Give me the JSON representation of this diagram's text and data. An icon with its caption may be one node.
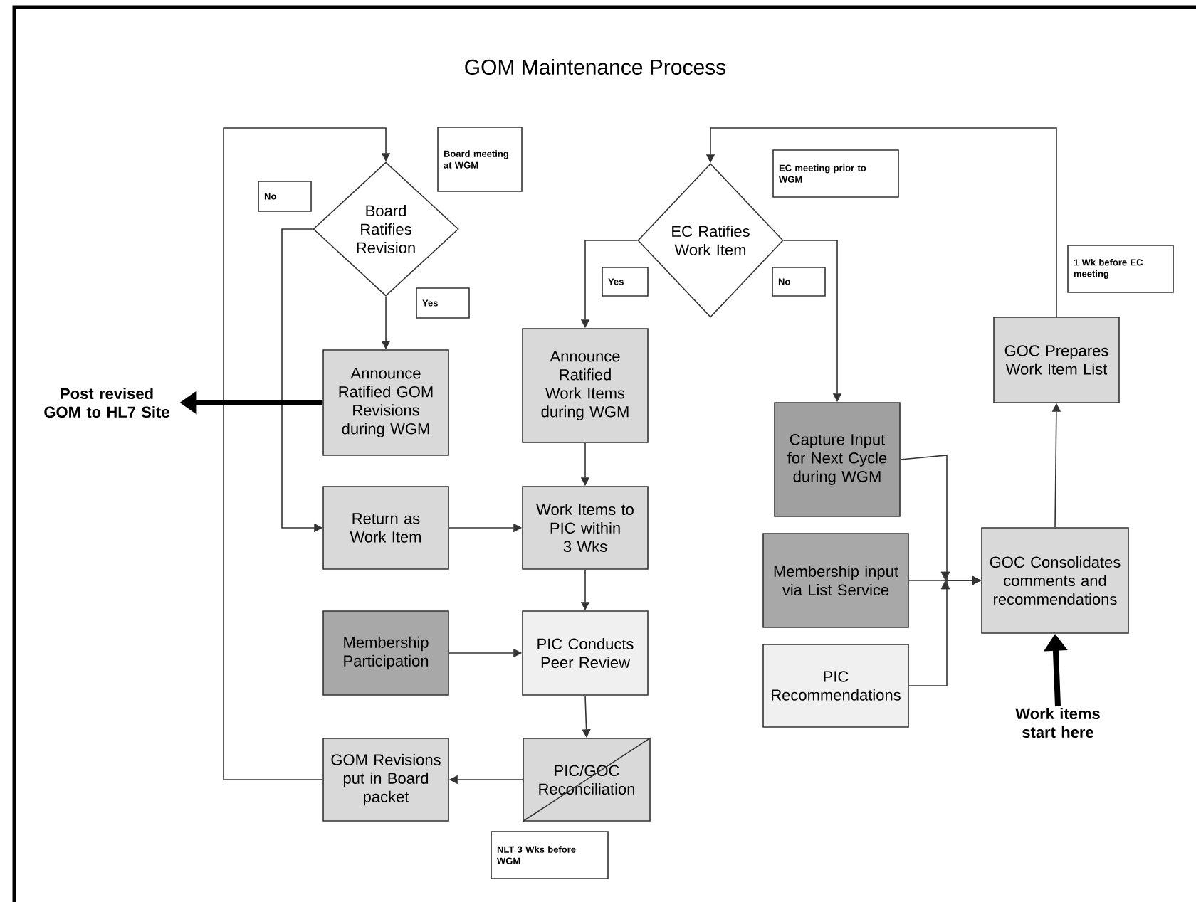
{
  "diagram": {
    "title": "GOM Maintenance Process",
    "nodes": [
      {
        "text": [
          "Board Ratifies Revision"
        ]
      },
      {
        "text": [
          "Board meeting at WGM"
        ]
      },
      {
        "text": [
          "No"
        ]
      },
      {
        "text": [
          "Yes"
        ]
      },
      {
        "text": [
          "Announce Ratified GOM Revisions during WGM"
        ]
      },
      {
        "text": [
          "Post revised GOM to HL7 Site"
        ]
      },
      {
        "text": [
          "Return as Work Item"
        ]
      },
      {
        "text": [
          "Membership Participation"
        ]
      },
      {
        "text": [
          "GOM Revisions put in Board packet"
        ]
      },
      {
        "text": [
          "EC Ratifies Work Item"
        ]
      },
      {
        "text": [
          "EC meeting prior to WGM"
        ]
      },
      {
        "text": [
          "Yes"
        ]
      },
      {
        "text": [
          "No"
        ]
      },
      {
        "text": [
          "Announce Ratified Work Items during WGM"
        ]
      },
      {
        "text": [
          "Work Items to PIC within 3 Wks"
        ]
      },
      {
        "text": [
          "PIC Conducts Peer Review"
        ]
      },
      {
        "text": [
          "PIC/GOC Reconciliation"
        ]
      },
      {
        "text": [
          "NLT 3 Wks before WGM"
        ]
      },
      {
        "text": [
          "Capture Input for Next Cycle during WGM"
        ]
      },
      {
        "text": [
          "Membership input via List Service"
        ]
      },
      {
        "text": [
          "PIC Recommendations"
        ]
      },
      {
        "text": [
          "1 Wk before EC meeting"
        ]
      },
      {
        "text": [
          "GOC Prepares Work Item List"
        ]
      },
      {
        "text": [
          "GOC Consolidates comments and recommendations"
        ]
      },
      {
        "text": [
          "Work items start here"
        ]
      }
    ],
    "edges": [
      {
        "from": 8,
        "to": 0,
        "arrow": "to"
      },
      {
        "from": 0,
        "to": 4,
        "arrow": "to"
      },
      {
        "from": 0,
        "to": 6,
        "arrow": "to"
      },
      {
        "from": 4,
        "to": 5,
        "arrow": "to",
        "style": "thick"
      },
      {
        "from": 6,
        "to": 14,
        "arrow": "to"
      },
      {
        "from": 7,
        "to": 15,
        "arrow": "to"
      },
      {
        "from": 9,
        "to": 13,
        "arrow": "to"
      },
      {
        "from": 13,
        "to": 14,
        "arrow": "to"
      },
      {
        "from": 14,
        "to": 15,
        "arrow": "to"
      },
      {
        "from": 15,
        "to": 16,
        "arrow": "to"
      },
      {
        "from": 16,
        "to": 8,
        "arrow": "to"
      },
      {
        "from": 9,
        "to": 18,
        "arrow": "to"
      },
      {
        "from": 18,
        "to": 23,
        "arrow": "to"
      },
      {
        "from": 19,
        "to": 23,
        "arrow": "to"
      },
      {
        "from": 20,
        "to": 23,
        "arrow": "to"
      },
      {
        "from": 23,
        "to": 22,
        "arrow": "to"
      },
      {
        "from": 22,
        "to": 9,
        "arrow": "to"
      },
      {
        "from": 24,
        "to": 23,
        "arrow": "to",
        "style": "thick"
      }
    ]
  }
}
